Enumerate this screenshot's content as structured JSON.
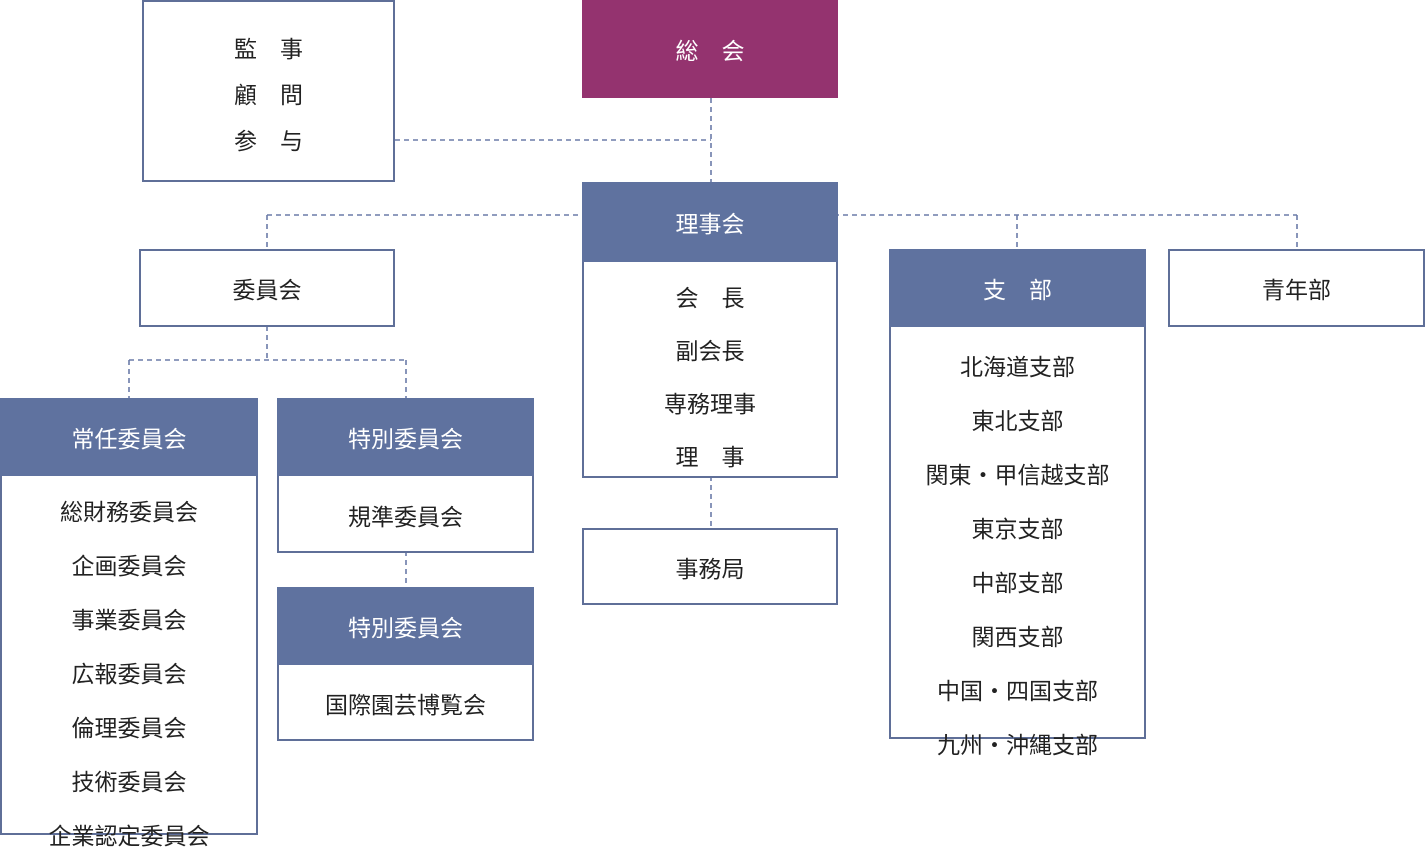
{
  "top": {
    "title": "総　会"
  },
  "advisors": {
    "items": [
      "監　事",
      "顧　問",
      "参　与"
    ]
  },
  "board": {
    "title": "理事会",
    "items": [
      "会　長",
      "副会長",
      "専務理事",
      "理　事"
    ]
  },
  "secretariat": {
    "title": "事務局"
  },
  "committee": {
    "title": "委員会"
  },
  "standing": {
    "title": "常任委員会",
    "items": [
      "総財務委員会",
      "企画委員会",
      "事業委員会",
      "広報委員会",
      "倫理委員会",
      "技術委員会",
      "企業認定委員会"
    ]
  },
  "special1": {
    "title": "特別委員会",
    "items": [
      "規準委員会"
    ]
  },
  "special2": {
    "title": "特別委員会",
    "items": [
      "国際園芸博覧会"
    ]
  },
  "branches": {
    "title": "支　部",
    "items": [
      "北海道支部",
      "東北支部",
      "関東・甲信越支部",
      "東京支部",
      "中部支部",
      "関西支部",
      "中国・四国支部",
      "九州・沖縄支部"
    ]
  },
  "youth": {
    "title": "青年部"
  },
  "colors": {
    "header_navy": "#5f729f",
    "header_purple": "#94336f",
    "border": "#5f6f98",
    "connector": "#6b7ba8"
  }
}
